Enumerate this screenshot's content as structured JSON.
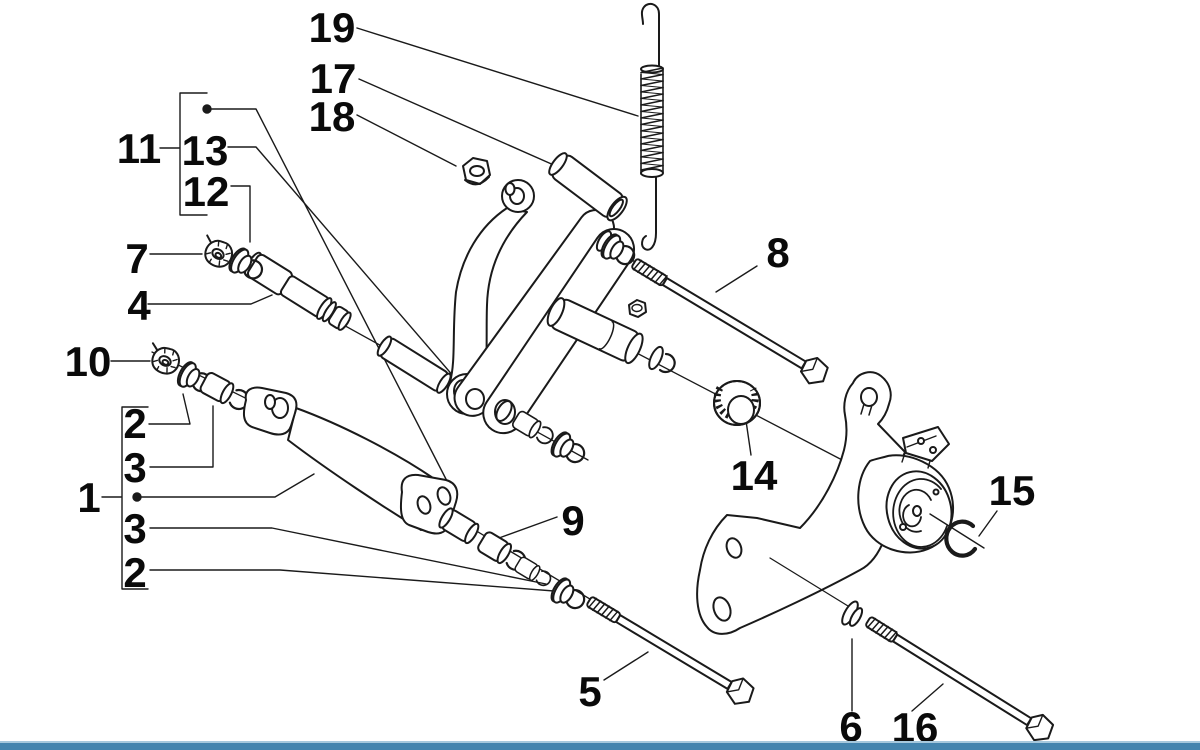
{
  "colors": {
    "line": "#1a1a1a",
    "label_text": "#0a0a0a",
    "background": "#ffffff",
    "footer_bar": "#4484ae",
    "footer_bar_highlight": "#a6c8dd"
  },
  "callouts": [
    {
      "id": "c19",
      "label": "19"
    },
    {
      "id": "c17",
      "label": "17"
    },
    {
      "id": "c18",
      "label": "18"
    },
    {
      "id": "c11",
      "label": "11"
    },
    {
      "id": "c13",
      "label": "13"
    },
    {
      "id": "c12",
      "label": "12"
    },
    {
      "id": "c7",
      "label": "7"
    },
    {
      "id": "c4",
      "label": "4"
    },
    {
      "id": "c10",
      "label": "10"
    },
    {
      "id": "c2-upper",
      "label": "2"
    },
    {
      "id": "c3-upper",
      "label": "3"
    },
    {
      "id": "c1",
      "label": "1"
    },
    {
      "id": "c3-lower",
      "label": "3"
    },
    {
      "id": "c2-lower",
      "label": "2"
    },
    {
      "id": "c9",
      "label": "9"
    },
    {
      "id": "c14",
      "label": "14"
    },
    {
      "id": "c8",
      "label": "8"
    },
    {
      "id": "c15",
      "label": "15"
    },
    {
      "id": "c5",
      "label": "5"
    },
    {
      "id": "c6",
      "label": "6"
    },
    {
      "id": "c16",
      "label": "16"
    }
  ]
}
